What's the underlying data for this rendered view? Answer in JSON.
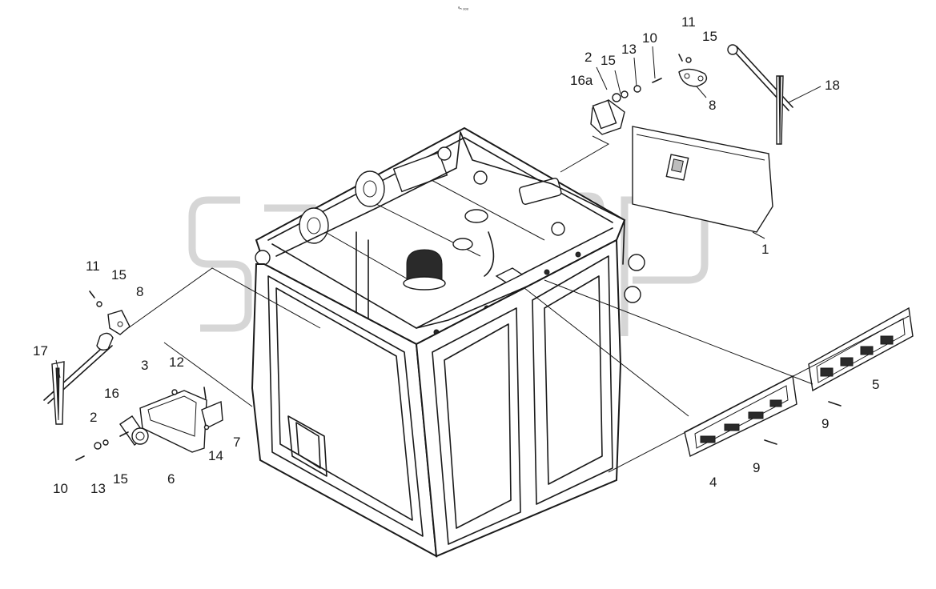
{
  "watermark": {
    "mark": "™"
  },
  "top_note": "ᵃₙ ₒₒₒ",
  "callouts": [
    {
      "id": "c-11-top",
      "text": "11"
    },
    {
      "id": "c-15-top",
      "text": "15"
    },
    {
      "id": "c-2-top",
      "text": "2"
    },
    {
      "id": "c-15-top-b",
      "text": "15"
    },
    {
      "id": "c-13-top",
      "text": "13"
    },
    {
      "id": "c-10-top",
      "text": "10"
    },
    {
      "id": "c-16a",
      "text": "16a"
    },
    {
      "id": "c-8-top",
      "text": "8"
    },
    {
      "id": "c-18",
      "text": "18"
    },
    {
      "id": "c-1",
      "text": "1"
    },
    {
      "id": "c-11-left",
      "text": "11"
    },
    {
      "id": "c-15-left",
      "text": "15"
    },
    {
      "id": "c-8-left",
      "text": "8"
    },
    {
      "id": "c-17",
      "text": "17"
    },
    {
      "id": "c-3",
      "text": "3"
    },
    {
      "id": "c-12",
      "text": "12"
    },
    {
      "id": "c-16",
      "text": "16"
    },
    {
      "id": "c-2-left",
      "text": "2"
    },
    {
      "id": "c-7",
      "text": "7"
    },
    {
      "id": "c-14",
      "text": "14"
    },
    {
      "id": "c-6",
      "text": "6"
    },
    {
      "id": "c-10-left",
      "text": "10"
    },
    {
      "id": "c-13-left",
      "text": "13"
    },
    {
      "id": "c-15-left-b",
      "text": "15"
    },
    {
      "id": "c-5",
      "text": "5"
    },
    {
      "id": "c-9-right",
      "text": "9"
    },
    {
      "id": "c-9-mid",
      "text": "9"
    },
    {
      "id": "c-4",
      "text": "4"
    }
  ]
}
